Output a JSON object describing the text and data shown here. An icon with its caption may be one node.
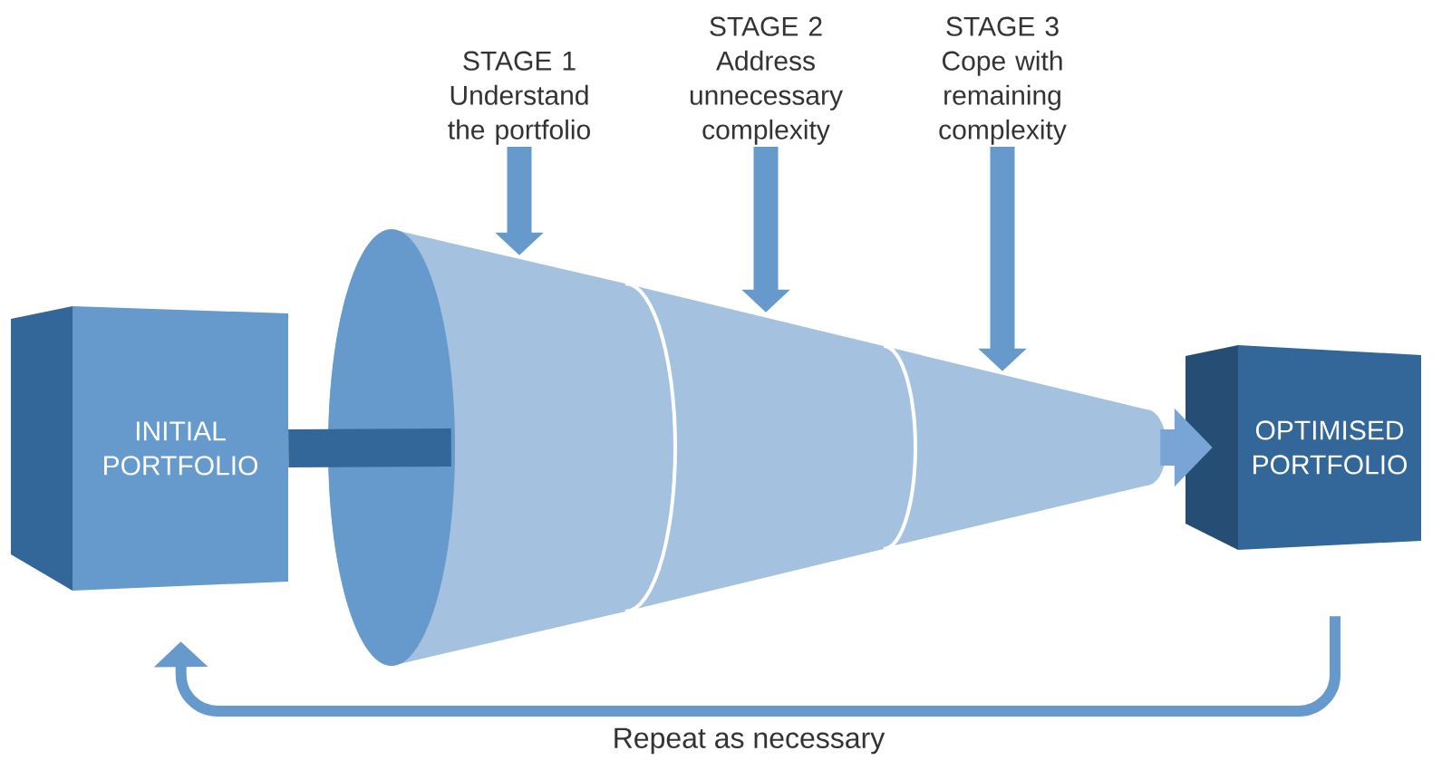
{
  "diagram": {
    "nodes": [
      {
        "text": [
          "INITIAL PORTFOLIO"
        ]
      },
      {
        "text": [
          "STAGE 1",
          "Understand the portfolio"
        ]
      },
      {
        "text": [
          "STAGE 2",
          "Address unnecessary complexity"
        ]
      },
      {
        "text": [
          "STAGE 3",
          "Cope with remaining complexity"
        ]
      },
      {
        "text": [],
        "shape": "cone"
      },
      {
        "text": [],
        "shape": "cone"
      },
      {
        "text": [],
        "shape": "cone"
      },
      {
        "text": [
          "OPTIMISED PORTFOLIO"
        ]
      }
    ],
    "edges": [
      {
        "from": 0,
        "to": 4,
        "arrow": "none",
        "color": "#336699"
      },
      {
        "from": 1,
        "to": 4,
        "arrow": "to"
      },
      {
        "from": 2,
        "to": 5,
        "arrow": "to"
      },
      {
        "from": 3,
        "to": 6,
        "arrow": "to"
      },
      {
        "from": 6,
        "to": 7,
        "arrow": "to",
        "color": "#78a5d5"
      },
      {
        "from": 7,
        "to": 0,
        "arrow": "to",
        "label": "Repeat as necessary"
      }
    ]
  }
}
